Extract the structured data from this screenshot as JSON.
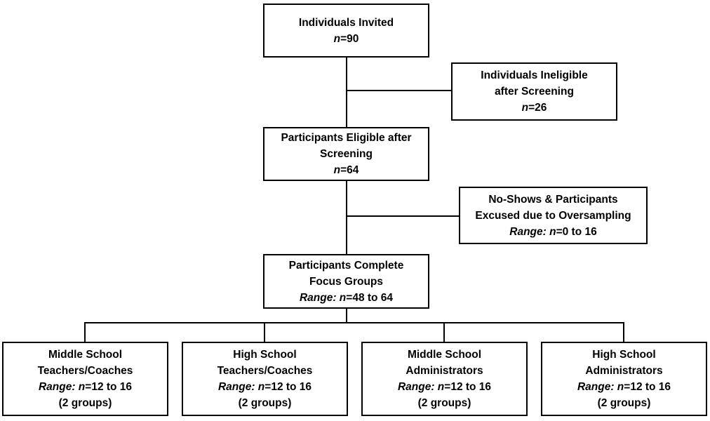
{
  "diagram": {
    "colors": {
      "line": "#000000",
      "box_border": "#000000",
      "box_background": "#ffffff",
      "text": "#000000"
    },
    "nodes": {
      "invited": {
        "line1": "Individuals Invited",
        "stat_italic": "n",
        "stat_rest": "=90"
      },
      "ineligible": {
        "line1": "Individuals Ineligible",
        "line2": "after Screening",
        "stat_italic": "n",
        "stat_rest": "=26"
      },
      "eligible": {
        "line1": "Participants Eligible after",
        "line2": "Screening",
        "stat_italic": "n",
        "stat_rest": "=64"
      },
      "noshows": {
        "line1": "No-Shows & Participants",
        "line2": "Excused due to Oversampling",
        "stat_italic": "Range: n",
        "stat_rest": "=0 to 16"
      },
      "complete": {
        "line1": "Participants Complete",
        "line2": "Focus Groups",
        "stat_italic": "Range: n",
        "stat_rest": "=48 to 64"
      },
      "group1": {
        "line1": "Middle School",
        "line2": "Teachers/Coaches",
        "stat_italic": "Range: n",
        "stat_rest": "=12 to 16",
        "line4": "(2 groups)"
      },
      "group2": {
        "line1": "High School",
        "line2": "Teachers/Coaches",
        "stat_italic": "Range: n",
        "stat_rest": "=12 to 16",
        "line4": "(2 groups)"
      },
      "group3": {
        "line1": "Middle School",
        "line2": "Administrators",
        "stat_italic": "Range: n",
        "stat_rest": "=12 to 16",
        "line4": "(2 groups)"
      },
      "group4": {
        "line1": "High School",
        "line2": "Administrators",
        "stat_italic": "Range: n",
        "stat_rest": "=12 to 16",
        "line4": "(2 groups)"
      }
    }
  }
}
